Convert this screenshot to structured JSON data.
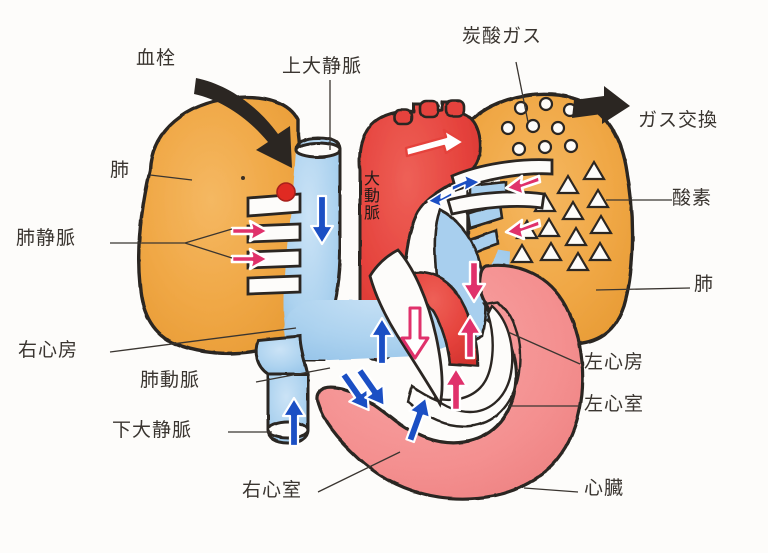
{
  "diagram": {
    "title": "heart-lung-circulation-diagram",
    "style": "hand-drawn watercolor",
    "colors": {
      "lung_orange": "#EFA33C",
      "vein_blue": "#B4D6F0",
      "artery_red": "#E5423C",
      "heart_pink": "#F49090",
      "ink": "#2b2622",
      "arrow_blue": "#1B4FC4",
      "arrow_pink": "#E0316B",
      "thrombus_red": "#E02A22",
      "paper": "#fdfcfa"
    }
  },
  "labels": {
    "thrombus": "血栓",
    "superior_vena_cava": "上大静脈",
    "carbon_dioxide": "炭酸ガス",
    "gas_exchange": "ガス交換",
    "lung_left": "肺",
    "oxygen": "酸素",
    "pulmonary_vein": "肺静脈",
    "lung_right": "肺",
    "right_atrium": "右心房",
    "pulmonary_artery": "肺動脈",
    "left_atrium": "左心房",
    "inferior_vena_cava": "下大静脈",
    "left_ventricle": "左心室",
    "right_ventricle": "右心室",
    "heart": "心臓",
    "aorta": "大動脈"
  },
  "markers": {
    "co2_symbol": "open-circle",
    "o2_symbol": "open-triangle",
    "co2_count": 9,
    "o2_count": 13
  },
  "icons": {
    "thrombus_arrow": "thick-black-curved-arrow",
    "gas_exchange_arrow": "thick-black-arrow-right",
    "blood_flow_blue": "blue-flow-arrow",
    "blood_flow_pink": "pink-flow-arrow",
    "aorta_outflow": "white-outline-arrow"
  }
}
